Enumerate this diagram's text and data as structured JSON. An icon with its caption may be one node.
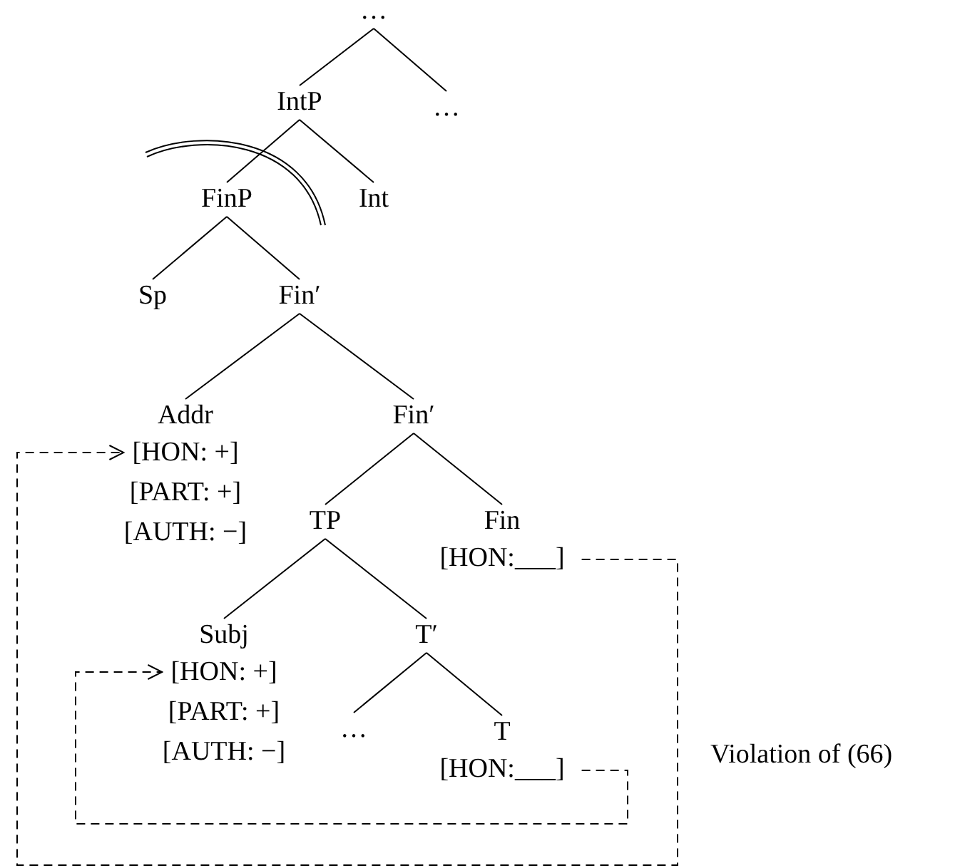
{
  "diagram": {
    "nodes": [
      {
        "text": [
          "…"
        ]
      },
      {
        "text": [
          "IntP"
        ]
      },
      {
        "text": [
          "…"
        ]
      },
      {
        "text": [
          "FinP"
        ]
      },
      {
        "text": [
          "Int"
        ]
      },
      {
        "text": [
          "Sp"
        ]
      },
      {
        "text": [
          "Fin′"
        ]
      },
      {
        "text": [
          "Addr",
          "[HON: +]",
          "[PART: +]",
          "[AUTH: −]"
        ]
      },
      {
        "text": [
          "Fin′"
        ]
      },
      {
        "text": [
          "TP"
        ]
      },
      {
        "text": [
          "Fin",
          "[HON:___]"
        ]
      },
      {
        "text": [
          "Subj",
          "[HON: +]",
          "[PART: +]",
          "[AUTH: −]"
        ]
      },
      {
        "text": [
          "T′"
        ]
      },
      {
        "text": [
          "…"
        ]
      },
      {
        "text": [
          "T",
          "[HON:___]"
        ]
      }
    ],
    "edges": [
      {
        "from": 0,
        "to": 1,
        "arrow": "none"
      },
      {
        "from": 0,
        "to": 2,
        "arrow": "none"
      },
      {
        "from": 1,
        "to": 3,
        "arrow": "none"
      },
      {
        "from": 1,
        "to": 4,
        "arrow": "none"
      },
      {
        "from": 3,
        "to": 5,
        "arrow": "none"
      },
      {
        "from": 3,
        "to": 6,
        "arrow": "none"
      },
      {
        "from": 6,
        "to": 7,
        "arrow": "none"
      },
      {
        "from": 6,
        "to": 8,
        "arrow": "none"
      },
      {
        "from": 8,
        "to": 9,
        "arrow": "none"
      },
      {
        "from": 8,
        "to": 10,
        "arrow": "none"
      },
      {
        "from": 9,
        "to": 11,
        "arrow": "none"
      },
      {
        "from": 9,
        "to": 12,
        "arrow": "none"
      },
      {
        "from": 12,
        "to": 13,
        "arrow": "none"
      },
      {
        "from": 12,
        "to": 14,
        "arrow": "none"
      },
      {
        "from": 10,
        "to": 7,
        "arrow": "to",
        "style": "dashed"
      },
      {
        "from": 14,
        "to": 11,
        "arrow": "to",
        "style": "dashed"
      }
    ],
    "labels": [
      "Violation of (66)"
    ]
  }
}
